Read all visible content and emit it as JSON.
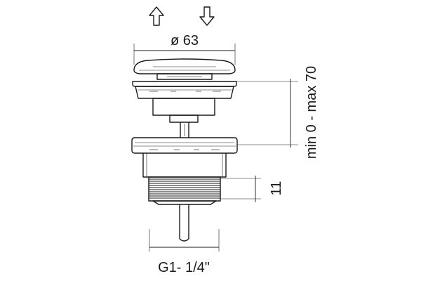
{
  "dimensions": {
    "top_diameter": "ø 63",
    "adjustment_range": "min 0 - max 70",
    "thread_height": "11",
    "thread_size": "G1- 1/4\""
  },
  "icons": {
    "push_up": "arrow-up-icon",
    "push_down": "arrow-down-icon"
  },
  "colors": {
    "line": "#1a1a1a",
    "background": "#ffffff"
  }
}
